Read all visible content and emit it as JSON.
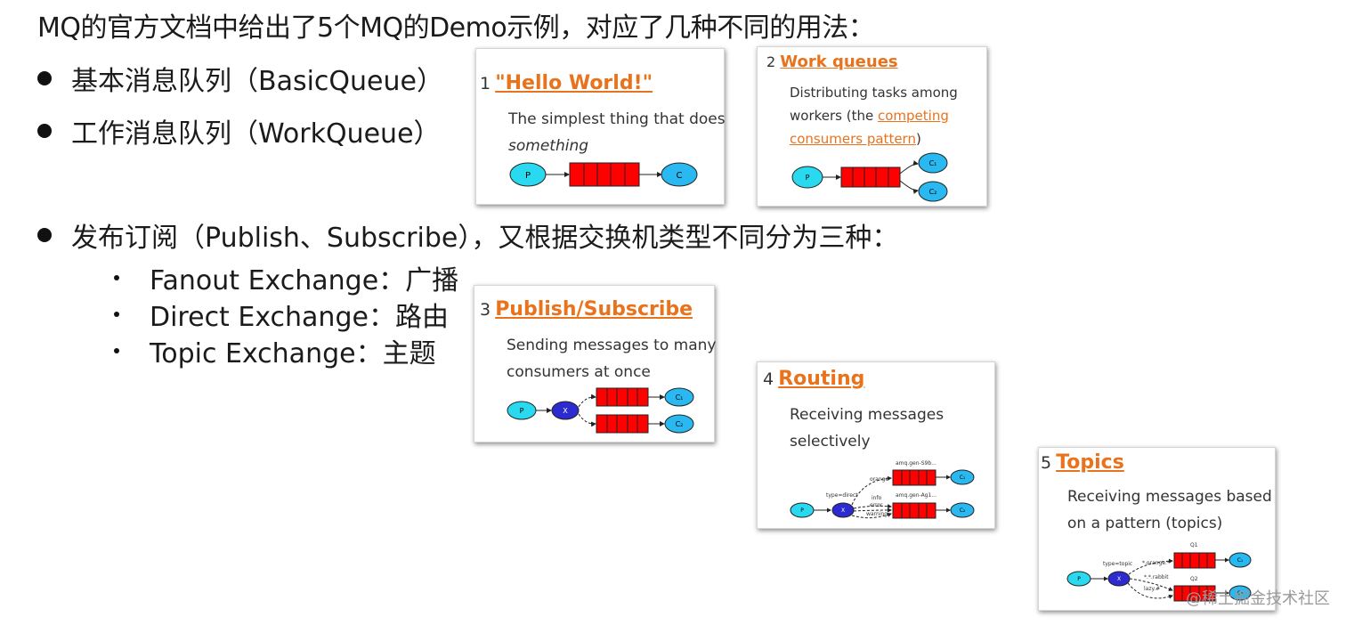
{
  "title": "MQ的官方文档中给出了5个MQ的Demo示例，对应了几种不同的用法：",
  "bullets": [
    "基本消息队列（BasicQueue）",
    "工作消息队列（WorkQueue）",
    "发布订阅（Publish、Subscribe），又根据交换机类型不同分为三种："
  ],
  "sub_bullets": [
    "Fanout Exchange：广播",
    "Direct Exchange：路由",
    "Topic Exchange：主题"
  ],
  "cards": [
    {
      "num": "1",
      "title": "\"Hello World!\"",
      "desc_line1": "The simplest thing that does",
      "desc_line2": "something",
      "diagram": {
        "producer": "P",
        "consumer": "C"
      }
    },
    {
      "num": "2",
      "title": "Work queues",
      "desc_line1": "Distributing tasks among",
      "desc_line2_pre": "workers (the ",
      "desc_link1": "competing",
      "desc_link2": "consumers pattern",
      "desc_line3_post": ")",
      "diagram": {
        "producer": "P",
        "consumer1": "C₁",
        "consumer2": "C₂"
      }
    },
    {
      "num": "3",
      "title": "Publish/Subscribe",
      "desc_line1": "Sending messages to many",
      "desc_line2": "consumers at once",
      "diagram": {
        "producer": "P",
        "exchange": "X",
        "consumer1": "C₁",
        "consumer2": "C₂"
      }
    },
    {
      "num": "4",
      "title": "Routing",
      "desc_line1": "Receiving messages",
      "desc_line2": "selectively",
      "diagram": {
        "producer": "P",
        "exchange": "X",
        "type_label": "type=direct",
        "q1_label": "amq.gen-S9b...",
        "q2_label": "amq.gen-Ag1...",
        "key_orange": "orange",
        "key_info": "info",
        "key_error": "error",
        "key_warning": "warning",
        "consumer1": "C₁",
        "consumer2": "C₂"
      }
    },
    {
      "num": "5",
      "title": "Topics",
      "desc_line1": "Receiving messages based",
      "desc_line2": "on a pattern (topics)",
      "diagram": {
        "producer": "P",
        "exchange": "X",
        "type_label": "type=topic",
        "q1_label": "Q1",
        "q2_label": "Q2",
        "key1": "*.orange.*",
        "key2": "*.*.rabbit",
        "key3": "lazy.#",
        "consumer1": "C₁",
        "consumer2": "C₂"
      }
    }
  ],
  "watermark": "@稀土掘金技术社区",
  "colors": {
    "link": "#e8731c",
    "queue": "#ff0000",
    "producer": "#29d9f0",
    "exchange": "#2b2bd0"
  }
}
